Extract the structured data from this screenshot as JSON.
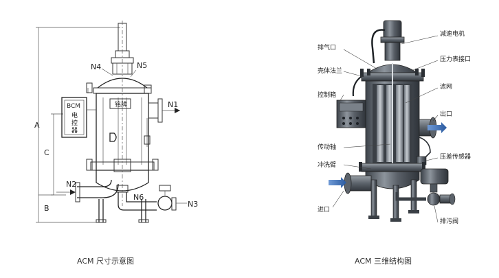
{
  "left_figure": {
    "caption": "ACM 尺寸示意图",
    "dimensions": {
      "a": "A",
      "b": "B",
      "c": "C"
    },
    "nozzles": {
      "n1": "N1",
      "n2": "N2",
      "n3": "N3",
      "n4": "N4",
      "n5": "N5",
      "n6": "N6"
    },
    "panel": {
      "title": "BCM",
      "line1": "电",
      "line2": "控",
      "line3": "器"
    },
    "nameplate": "铭牌"
  },
  "right_figure": {
    "caption": "ACM 三维结构图",
    "labels_left": {
      "vent": "排气口",
      "shell_flange": "壳体法兰",
      "control_box": "控制箱",
      "drive_shaft": "传动轴",
      "flush_arm": "冲洗臂",
      "inlet": "进口"
    },
    "labels_right": {
      "motor": "减速电机",
      "pressure_port": "压力表接口",
      "filter_screen": "滤网",
      "outlet": "出口",
      "dp_sensor": "压差传感器",
      "drain_valve": "排污阀"
    }
  },
  "colors": {
    "line": "#333333",
    "steel_dark": "#4a5058",
    "steel_mid": "#7c838c",
    "steel_light": "#b8bdc3",
    "accent_blue": "#3b6fb6"
  }
}
